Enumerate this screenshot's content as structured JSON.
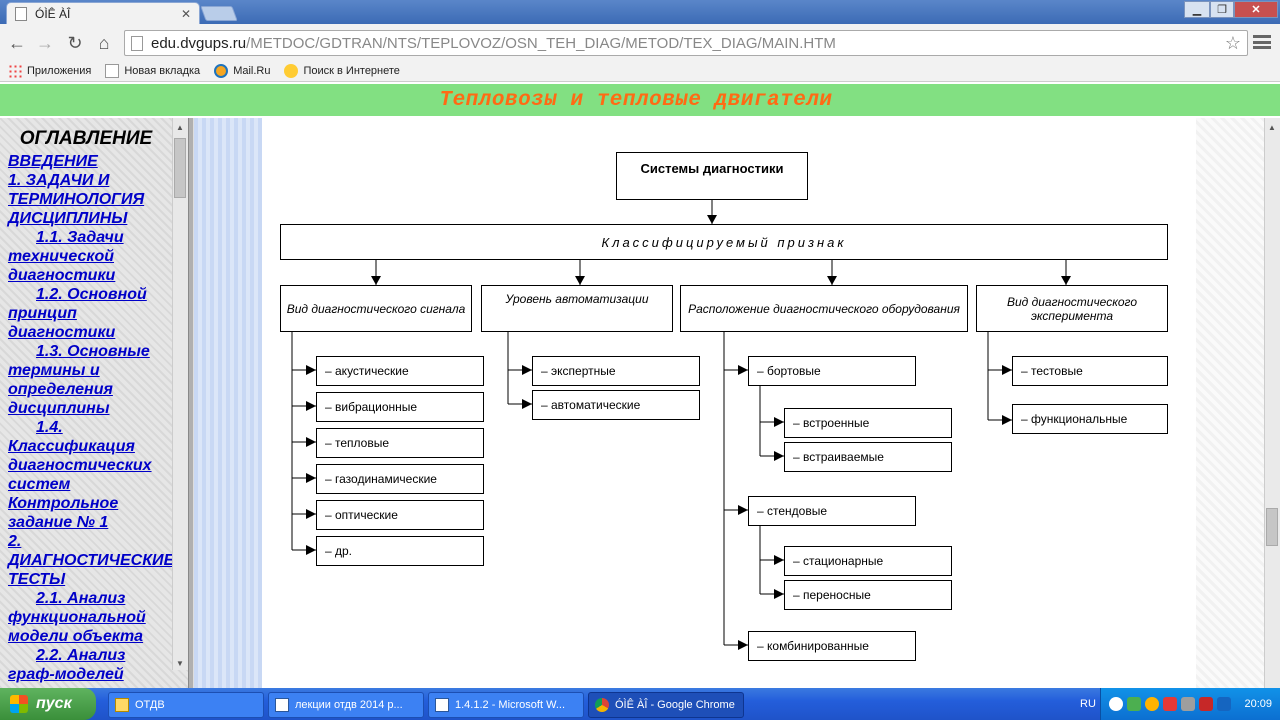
{
  "browser": {
    "tab_title": "ÓÌÊ ÀÎ",
    "tab_close": "✕",
    "new_tab": "",
    "window_buttons": {
      "minimize": "▁",
      "maximize": "❐",
      "close": "✕"
    },
    "url_host": "edu.dvgups.ru",
    "url_path": "/METDOC/GDTRAN/NTS/TEPLOVOZ/OSN_TEH_DIAG/METOD/TEX_DIAG/MAIN.HTM",
    "bookmarks": [
      {
        "label": "Приложения",
        "icon": "apps-icon"
      },
      {
        "label": "Новая вкладка",
        "icon": "page-icon"
      },
      {
        "label": "Mail.Ru",
        "icon": "mailru-icon"
      },
      {
        "label": "Поиск в Интернете",
        "icon": "search-icon"
      }
    ]
  },
  "page": {
    "header_title": "Тепловозы и тепловые двигатели",
    "toc_title": "ОГЛАВЛЕНИЕ",
    "toc_links": [
      {
        "text": " ВВЕДЕНИЕ"
      },
      {
        "text": "1. ЗАДАЧИ И"
      },
      {
        "text": "ТЕРМИНОЛОГИЯ"
      },
      {
        "text": "ДИСЦИПЛИНЫ"
      },
      {
        "text": "1.1. Задачи"
      },
      {
        "text": "технической"
      },
      {
        "text": "диагностики"
      },
      {
        "text": "1.2. Основной"
      },
      {
        "text": "принцип"
      },
      {
        "text": "диагностики"
      },
      {
        "text": "1.3. Основные"
      },
      {
        "text": "термины и"
      },
      {
        "text": "определения"
      },
      {
        "text": "дисциплины"
      },
      {
        "text": "1.4."
      },
      {
        "text": "Классификация"
      },
      {
        "text": "диагностических"
      },
      {
        "text": "систем"
      },
      {
        "text": "Контрольное"
      },
      {
        "text": "задание № 1"
      },
      {
        "text": "2."
      },
      {
        "text": "ДИАГНОСТИЧЕСКИЕ"
      },
      {
        "text": "ТЕСТЫ"
      },
      {
        "text": "2.1. Анализ"
      },
      {
        "text": "функциональной"
      },
      {
        "text": "модели объекта"
      },
      {
        "text": "2.2. Анализ"
      },
      {
        "text": "граф-моделей"
      }
    ]
  },
  "diagram": {
    "root": "Системы диагностики",
    "criterion": "Классифицируемый признак",
    "categories": [
      {
        "label": "Вид диагностического сигнала",
        "items": [
          "– акустические",
          "– вибрационные",
          "– тепловые",
          "– газодинамические",
          "– оптические",
          "– др."
        ]
      },
      {
        "label": "Уровень автоматизации",
        "items": [
          "– экспертные",
          "– автоматические"
        ]
      },
      {
        "label": "Расположение диагностического оборудования",
        "items": [
          "– бортовые",
          "– стендовые",
          "– комбинированные"
        ],
        "sub_onboard": [
          "– встроенные",
          "– встраиваемые"
        ],
        "sub_stand": [
          "– стационарные",
          "– переносные"
        ]
      },
      {
        "label": "Вид диагностического эксперимента",
        "items": [
          "– тестовые",
          "– функциональные"
        ]
      }
    ]
  },
  "taskbar": {
    "start": "пуск",
    "tasks": [
      {
        "label": "ОТДВ",
        "icon": "folder-icon"
      },
      {
        "label": "лекции отдв 2014 р...",
        "icon": "word-icon"
      },
      {
        "label": "1.4.1.2 - Microsoft W...",
        "icon": "word-icon"
      },
      {
        "label": "ÓÌÊ ÀÎ - Google Chrome",
        "icon": "chrome-icon"
      }
    ],
    "language": "RU",
    "clock": "20:09"
  }
}
